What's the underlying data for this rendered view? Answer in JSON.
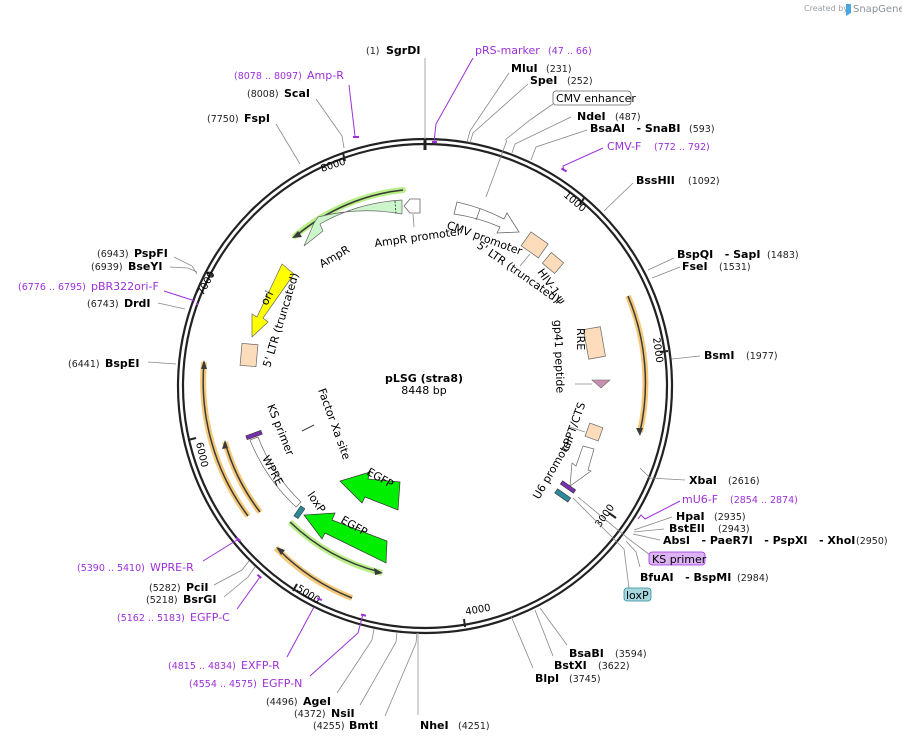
{
  "credit": {
    "prefix": "Created by",
    "brand": "SnapGene"
  },
  "plasmid": {
    "name": "pLSG (stra8)",
    "length_label": "8448 bp",
    "length": 8448
  },
  "ticks": [
    "1000",
    "2000",
    "3000",
    "4000",
    "5000",
    "6000",
    "7000",
    "8000"
  ],
  "restriction_sites": [
    {
      "name": "SgrDI",
      "pos": "(1)"
    },
    {
      "name": "MluI",
      "pos": "(231)"
    },
    {
      "name": "SpeI",
      "pos": "(252)"
    },
    {
      "name": "NdeI",
      "pos": "(487)"
    },
    {
      "name": "BsaAI   - SnaBI",
      "pos": "(593)"
    },
    {
      "name": "BssHII",
      "pos": "(1092)"
    },
    {
      "name": "BspQI   - SapI",
      "pos": "(1483)"
    },
    {
      "name": "FseI",
      "pos": "(1531)"
    },
    {
      "name": "BsmI",
      "pos": "(1977)"
    },
    {
      "name": "XbaI",
      "pos": "(2616)"
    },
    {
      "name": "HpaI",
      "pos": "(2935)"
    },
    {
      "name": "BstEII",
      "pos": "(2943)"
    },
    {
      "name": "AbsI   - PaeR7I   - PspXI   - XhoI",
      "pos": "(2950)"
    },
    {
      "name": "BfuAI   - BspMI",
      "pos": "(2984)"
    },
    {
      "name": "BsaBI",
      "pos": "(3594)"
    },
    {
      "name": "BstXI",
      "pos": "(3622)"
    },
    {
      "name": "BlpI",
      "pos": "(3745)"
    },
    {
      "name": "NheI",
      "pos": "(4251)"
    },
    {
      "name": "BmtI",
      "pos": "(4255)"
    },
    {
      "name": "NsiI",
      "pos": "(4372)"
    },
    {
      "name": "AgeI",
      "pos": "(4496)"
    },
    {
      "name": "BsrGI",
      "pos": "(5218)"
    },
    {
      "name": "PciI",
      "pos": "(5282)"
    },
    {
      "name": "BspEI",
      "pos": "(6441)"
    },
    {
      "name": "DrdI",
      "pos": "(6743)"
    },
    {
      "name": "BseYI",
      "pos": "(6939)"
    },
    {
      "name": "PspFI",
      "pos": "(6943)"
    },
    {
      "name": "FspI",
      "pos": "(7750)"
    },
    {
      "name": "ScaI",
      "pos": "(8008)"
    }
  ],
  "primers": [
    {
      "name": "pRS-marker",
      "range": "(47 .. 66)"
    },
    {
      "name": "CMV-F",
      "range": "(772 .. 792)"
    },
    {
      "name": "mU6-F",
      "range": "(2854 .. 2874)"
    },
    {
      "name": "WPRE-R",
      "range": "(5390 .. 5410)"
    },
    {
      "name": "EGFP-C",
      "range": "(5162 .. 5183)"
    },
    {
      "name": "EXFP-R",
      "range": "(4815 .. 4834)"
    },
    {
      "name": "EGFP-N",
      "range": "(4554 .. 4575)"
    },
    {
      "name": "pBR322ori-F",
      "range": "(6776 .. 6795)"
    },
    {
      "name": "Amp-R",
      "range": "(8078 .. 8097)"
    }
  ],
  "boxed_labels": {
    "cmv_enhancer": "CMV enhancer",
    "ks_primer": "KS primer",
    "loxp": "loxP"
  },
  "features": {
    "cmv_promoter": "CMV promoter",
    "ltr5_right": "5' LTR (truncated)",
    "hiv_psi": "HIV-1 ψ",
    "rre": "RRE",
    "gp41": "gp41 peptide",
    "cppt": "cPPT/CTS",
    "u6": "U6 promoter",
    "loxp": "loxP",
    "egfp1": "EGFP",
    "egfp2": "EGFP",
    "factor_xa": "Factor Xa site",
    "wpre": "WPRE",
    "ks_primer": "KS primer",
    "ltr5_left": "5' LTR (truncated)",
    "ori": "ori",
    "ampr": "AmpR",
    "ampr_promoter": "AmpR promoter"
  },
  "colors": {
    "backbone": "#222222",
    "primer": "#9b30d9",
    "ampr_fill": "#ccf5cc",
    "ori_fill": "#ffff00",
    "ltr_fill": "#fddcbb",
    "egfp_fill": "#00ee00",
    "orf_highlight": "#f5c97a",
    "orf_green_highlight": "#b8ef88",
    "gp41_fill": "#c98fb0",
    "loxp_fill": "#2e8a9a",
    "ks_fill": "#7a2fb0"
  }
}
